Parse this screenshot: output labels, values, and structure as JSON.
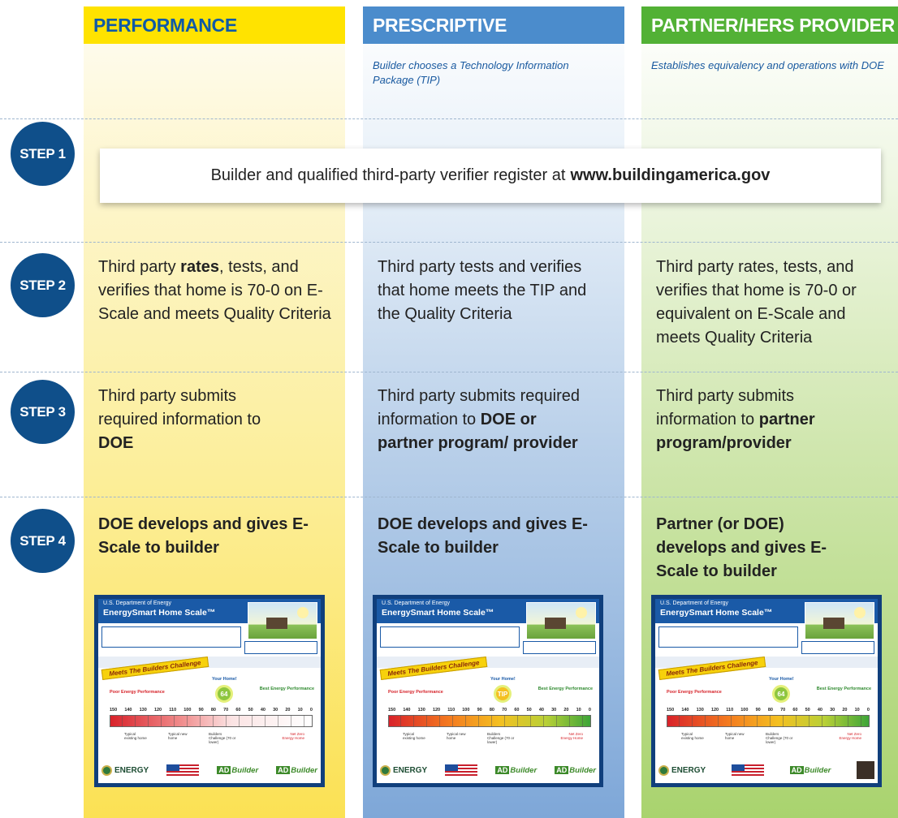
{
  "columns": {
    "performance": {
      "title": "PERFORMANCE",
      "subtitle": ""
    },
    "prescriptive": {
      "title": "PRESCRIPTIVE",
      "subtitle": "Builder chooses a Technology Information Package (TIP)"
    },
    "partner": {
      "title": "PARTNER/HERS PROVIDER",
      "subtitle": "Establishes equivalency and operations with DOE"
    }
  },
  "steps": [
    "STEP 1",
    "STEP 2",
    "STEP 3",
    "STEP 4"
  ],
  "step1": {
    "text": "Builder and qualified third-party verifier register at",
    "url": "www.buildingamerica.gov"
  },
  "step2": {
    "performance": {
      "a": "Third party ",
      "b": "rates",
      "c": ", tests, and verifies that home is 70-0 on E-Scale and meets Quality Criteria"
    },
    "prescriptive": "Third party tests and verifies that home meets the TIP and the Quality Criteria",
    "partner": "Third party rates, tests, and verifies that home is 70-0 or equivalent on E-Scale and meets Quality Criteria"
  },
  "step3": {
    "performance": {
      "a": "Third party submits required information to ",
      "b": "DOE"
    },
    "prescriptive": {
      "a": "Third party submits required information to ",
      "b": "DOE or partner program/ provider"
    },
    "partner": {
      "a": "Third party submits information to ",
      "b": "partner program/provider"
    }
  },
  "step4": {
    "performance": "DOE develops and gives E-Scale to builder",
    "prescriptive": "DOE develops and gives E-Scale to builder",
    "partner": "Partner (or DOE) develops and gives E-Scale to builder"
  },
  "card": {
    "dept": "U.S. Department of Energy",
    "title": "EnergySmart Home Scale™",
    "challenge": "Meets The Builders Challenge",
    "your_home": "Your Home!",
    "poor": "Poor Energy Performance",
    "best": "Best Energy Performance",
    "scale": [
      "150",
      "140",
      "130",
      "120",
      "110",
      "100",
      "90",
      "80",
      "70",
      "60",
      "50",
      "40",
      "30",
      "20",
      "10",
      "0"
    ],
    "labels": [
      "Typical existing home",
      "Typical new home",
      "Builders Challenge (70 or lower)",
      "Net Zero Energy Home"
    ],
    "badges": {
      "performance": "64",
      "prescriptive": "TIP",
      "partner": "64"
    },
    "logo_energy": "ENERGY",
    "logo_builder": "Builder",
    "logo_builder_prefix": "AD"
  }
}
